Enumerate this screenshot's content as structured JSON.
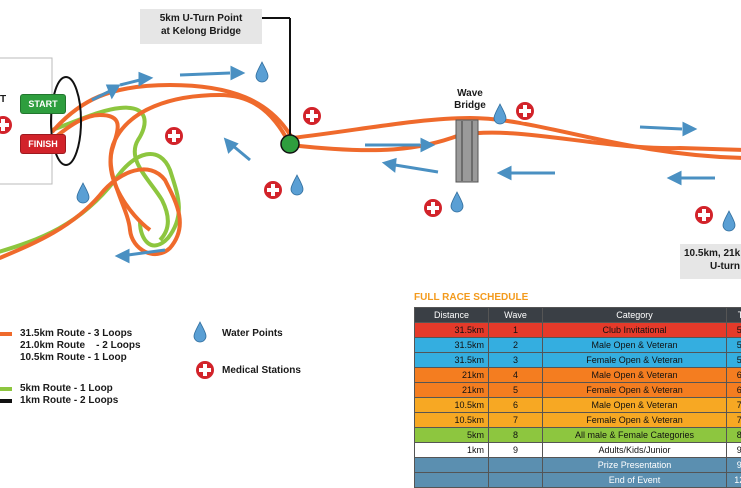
{
  "callouts": {
    "uturn_5km": [
      "5km U-Turn Point",
      "at Kelong Bridge"
    ],
    "uturn_right": [
      "10.5km, 21k",
      "U-turn"
    ]
  },
  "start_area": {
    "start_label": "START",
    "finish_label": "FINISH",
    "partial_text": "T"
  },
  "wave_bridge_label": [
    "Wave",
    "Bridge"
  ],
  "legend": {
    "orange_routes": [
      "31.5km Route - 3 Loops",
      "21.0km Route    - 2 Loops",
      "10.5km Route - 1 Loop"
    ],
    "green_routes": [
      "5km Route - 1 Loop",
      "1km Route - 2 Loops"
    ],
    "water_points": "Water Points",
    "medical_stations": "Medical Stations"
  },
  "colors": {
    "orange_route": "#ef6a2c",
    "green_route": "#8dc63f",
    "arrow": "#4a90c2",
    "water_drop": "#5a9fd4",
    "medical_red": "#d2232a",
    "start_green": "#2e9e3e",
    "finish_red": "#d2232a",
    "wave_bridge": "#8a8a8a",
    "schedule_title": "#f39a1c"
  },
  "schedule": {
    "title": "FULL RACE SCHEDULE",
    "headers": [
      "Distance",
      "Wave",
      "Category",
      "T"
    ],
    "rows": [
      {
        "distance": "31.5km",
        "wave": "1",
        "category": "Club Invitational",
        "time": "5:",
        "color": "#e53a2a"
      },
      {
        "distance": "31.5km",
        "wave": "2",
        "category": "Male Open & Veteran",
        "time": "5:",
        "color": "#34aee0"
      },
      {
        "distance": "31.5km",
        "wave": "3",
        "category": "Female Open & Veteran",
        "time": "5:",
        "color": "#34aee0"
      },
      {
        "distance": "21km",
        "wave": "4",
        "category": "Male Open & Veteran",
        "time": "6:",
        "color": "#f47d20"
      },
      {
        "distance": "21km",
        "wave": "5",
        "category": "Female Open & Veteran",
        "time": "6:",
        "color": "#f47d20"
      },
      {
        "distance": "10.5km",
        "wave": "6",
        "category": "Male Open & Veteran",
        "time": "7:",
        "color": "#f7a823"
      },
      {
        "distance": "10.5km",
        "wave": "7",
        "category": "Female Open & Veteran",
        "time": "7:",
        "color": "#f7a823"
      },
      {
        "distance": "5km",
        "wave": "8",
        "category": "All male & Female Categories",
        "time": "8:",
        "color": "#8dc63f"
      },
      {
        "distance": "1km",
        "wave": "9",
        "category": "Adults/Kids/Junior",
        "time": "9:",
        "color": "#ffffff"
      },
      {
        "distance": "",
        "wave": "",
        "category": "Prize Presentation",
        "time": "9:",
        "color": "#5b8fb0"
      },
      {
        "distance": "",
        "wave": "",
        "category": "End of Event",
        "time": "12:",
        "color": "#5b8fb0"
      }
    ]
  }
}
